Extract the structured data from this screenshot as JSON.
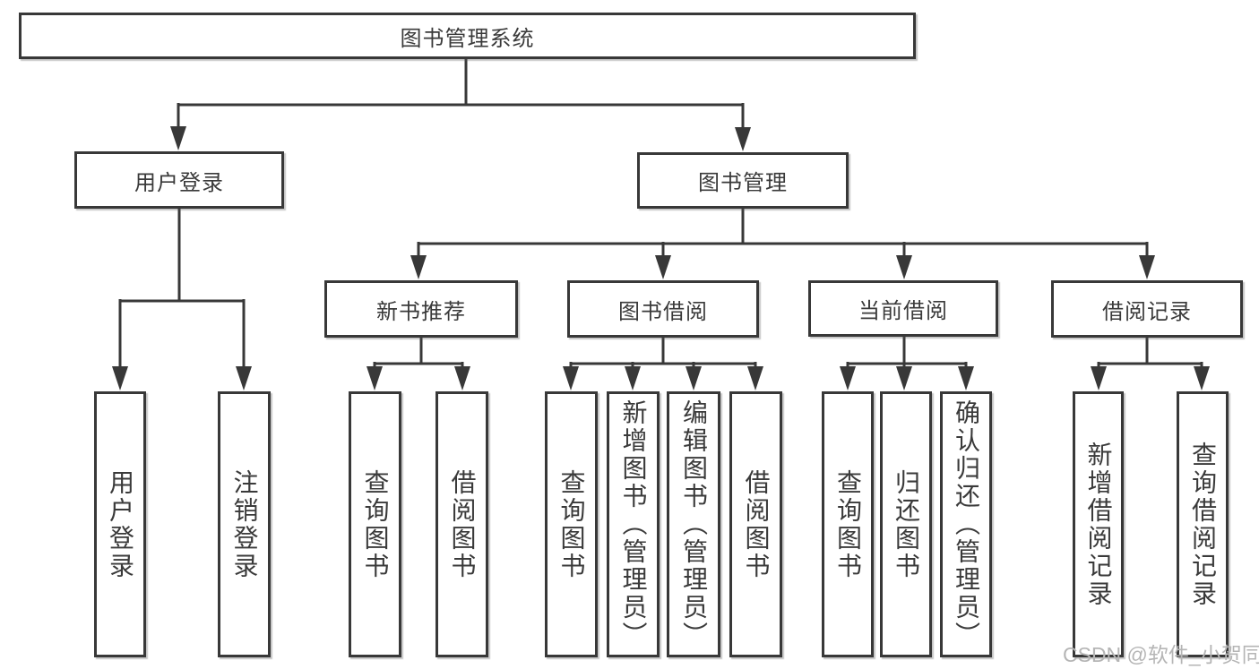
{
  "tree": {
    "label": "图书管理系统",
    "children": [
      {
        "label": "用户登录",
        "children": [
          {
            "label": "用户登录"
          },
          {
            "label": "注销登录"
          }
        ]
      },
      {
        "label": "图书管理",
        "children": [
          {
            "label": "新书推荐",
            "children": [
              {
                "label": "查询图书"
              },
              {
                "label": "借阅图书"
              }
            ]
          },
          {
            "label": "图书借阅",
            "children": [
              {
                "label": "查询图书"
              },
              {
                "label": "新增图书（管理员）"
              },
              {
                "label": "编辑图书（管理员）"
              },
              {
                "label": "借阅图书"
              }
            ]
          },
          {
            "label": "当前借阅",
            "children": [
              {
                "label": "查询图书"
              },
              {
                "label": "归还图书"
              },
              {
                "label": "确认归还（管理员）"
              }
            ]
          },
          {
            "label": "借阅记录",
            "children": [
              {
                "label": "新增借阅记录"
              },
              {
                "label": "查询借阅记录"
              }
            ]
          }
        ]
      }
    ]
  },
  "watermark": "CSDN @软件_小贺同学",
  "colors": {
    "line": "#383838",
    "text": "#3a3a3a",
    "box_background": "#ffffff",
    "watermark": "#b5b5b5"
  }
}
